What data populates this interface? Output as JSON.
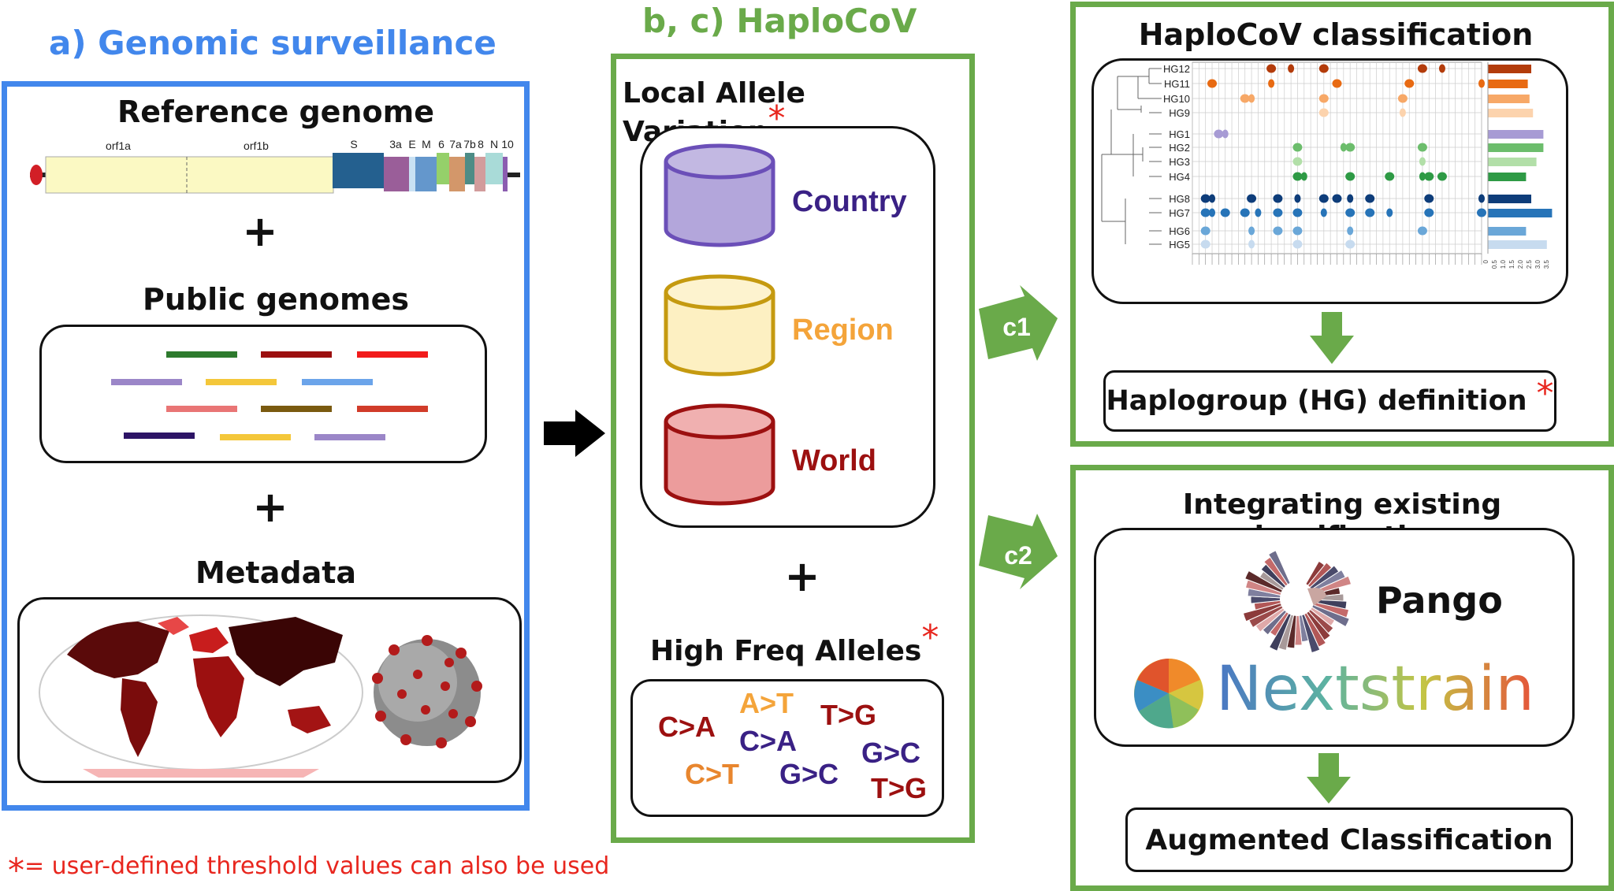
{
  "panel_a": {
    "title": "a) Genomic surveillance",
    "reference_title": "Reference genome",
    "genes": [
      "orf1a",
      "orf1b",
      "S",
      "3a",
      "E",
      "M",
      "6",
      "7a",
      "7b",
      "8",
      "N",
      "10"
    ],
    "public_title": "Public genomes",
    "metadata_title": "Metadata",
    "plus": "+"
  },
  "panel_b": {
    "title": "b, c) HaploCoV",
    "lav_title": "Local Allele Variation",
    "star": "*",
    "databases": [
      {
        "label": "Country",
        "color": "#3a2185",
        "fill": "#b3a6db",
        "stroke": "#6b4fb8"
      },
      {
        "label": "Region",
        "color": "#f4a43a",
        "fill": "#fdf0c2",
        "stroke": "#c59a10"
      },
      {
        "label": "World",
        "color": "#9c1010",
        "fill": "#ec9c9c",
        "stroke": "#9c1010"
      }
    ],
    "plus": "+",
    "hfa_title": "High Freq Alleles",
    "alleles": [
      {
        "text": "C>A",
        "color": "#9c1010"
      },
      {
        "text": "A>T",
        "color": "#f4a43a"
      },
      {
        "text": "T>G",
        "color": "#9c1010"
      },
      {
        "text": "C>A",
        "color": "#3a2185"
      },
      {
        "text": "G>C",
        "color": "#3a2185"
      },
      {
        "text": "C>T",
        "color": "#e8862e"
      },
      {
        "text": "G>C",
        "color": "#3a2185"
      },
      {
        "text": "T>G",
        "color": "#9c1010"
      }
    ]
  },
  "arrows": {
    "c1": "c1",
    "c2": "c2"
  },
  "panel_c1": {
    "title": "HaploCoV classification",
    "haplogroups": [
      "HG12",
      "HG11",
      "HG10",
      "HG9",
      "HG1",
      "HG2",
      "HG3",
      "HG4",
      "HG8",
      "HG7",
      "HG6",
      "HG5"
    ],
    "hg_colors": [
      "#b33c0b",
      "#e86a12",
      "#f7a867",
      "#fcd3ad",
      "#a79bd4",
      "#6cbd6c",
      "#b2dfa8",
      "#2e9a45",
      "#0e3d7a",
      "#2774b8",
      "#6aa7d8",
      "#c7dbef"
    ],
    "bar_values": [
      2.5,
      2.3,
      2.4,
      2.6,
      3.2,
      3.2,
      2.8,
      2.2,
      2.5,
      3.7,
      2.2,
      3.4
    ],
    "bar_axis_ticks": [
      "0",
      "0.5",
      "1.0",
      "1.5",
      "2.0",
      "2.5",
      "3.0",
      "3.5"
    ],
    "result_label": "Haplogroup (HG) definition",
    "star": "*"
  },
  "panel_c2": {
    "title": "Integrating existing classification",
    "pango_label": "Pango",
    "nextstrain_label": "Nextstrain",
    "result_label": "Augmented Classification"
  },
  "footnote": {
    "star": "*",
    "text": "= user-defined threshold values can also be used"
  }
}
